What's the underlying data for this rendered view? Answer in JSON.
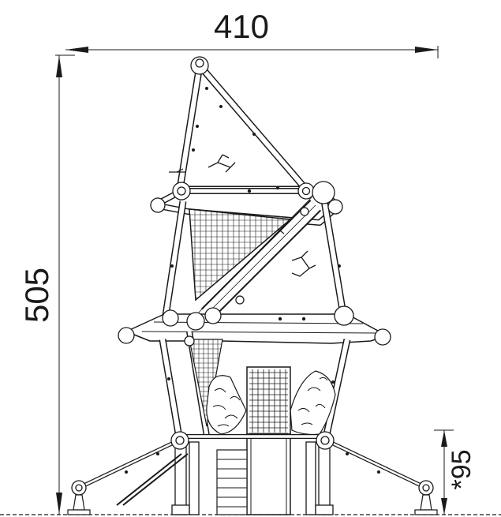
{
  "dimensions": {
    "width_label": "410",
    "height_label": "505",
    "platform_label": "*95"
  }
}
